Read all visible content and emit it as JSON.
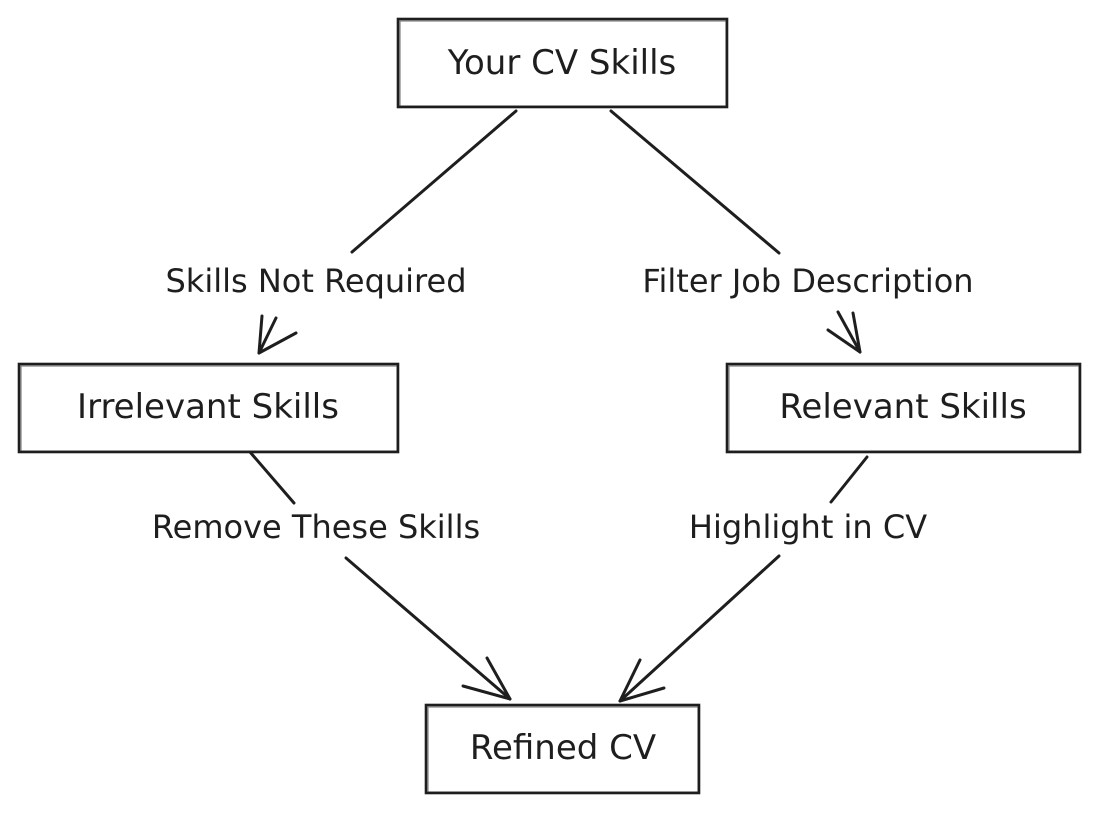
{
  "nodes": {
    "your_cv_skills": "Your CV Skills",
    "irrelevant_skills": "Irrelevant Skills",
    "relevant_skills": "Relevant Skills",
    "refined_cv": "Refined CV"
  },
  "edges": {
    "skills_not_required": "Skills Not Required",
    "filter_job_description": "Filter Job Description",
    "remove_these_skills": "Remove These Skills",
    "highlight_in_cv": "Highlight in CV"
  },
  "colors": {
    "stroke": "#1e1e1e",
    "background": "#ffffff"
  }
}
